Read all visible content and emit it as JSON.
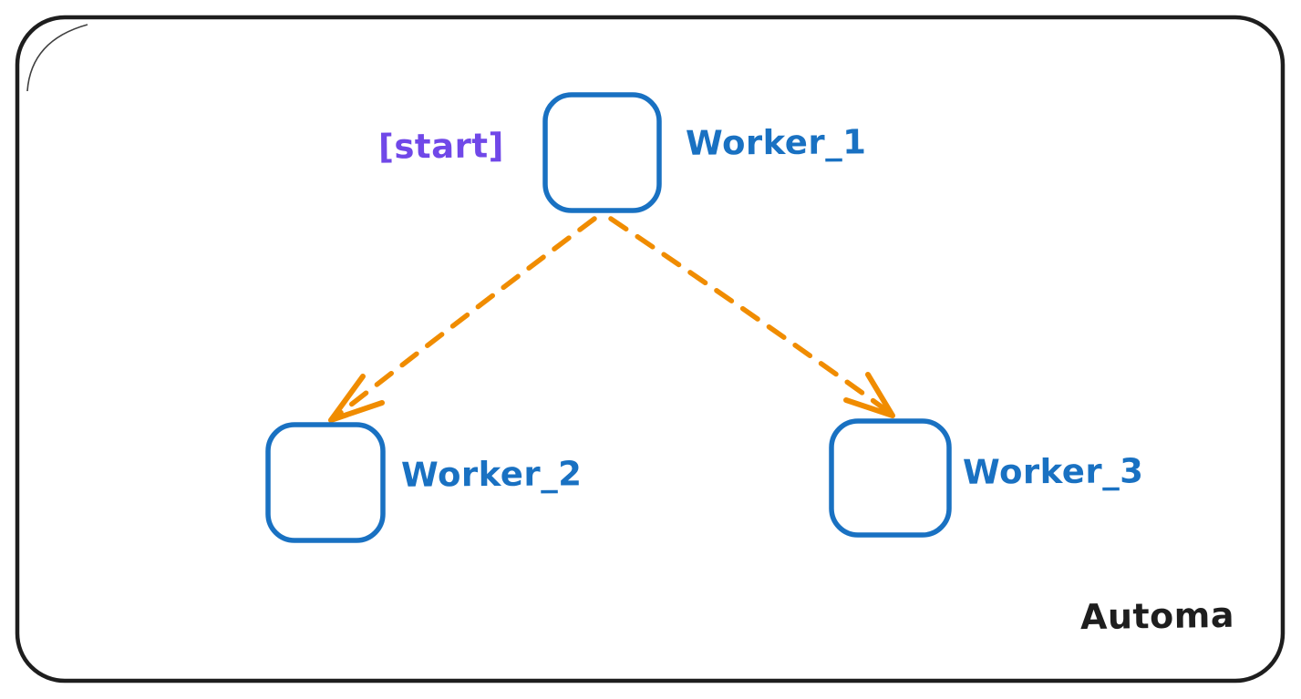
{
  "diagram": {
    "start_annotation": "[start]",
    "nodes": [
      {
        "id": "worker_1",
        "label": "Worker_1",
        "role": "start"
      },
      {
        "id": "worker_2",
        "label": "Worker_2",
        "role": "child"
      },
      {
        "id": "worker_3",
        "label": "Worker_3",
        "role": "child"
      }
    ],
    "edges": [
      {
        "from": "worker_1",
        "to": "worker_2",
        "style": "dashed-arrow"
      },
      {
        "from": "worker_1",
        "to": "worker_3",
        "style": "dashed-arrow"
      }
    ]
  },
  "watermark": {
    "label": "Automa"
  },
  "colors": {
    "background": "#ffffff",
    "frame-stroke": "#1e1e1e",
    "node-stroke": "#1971c2",
    "node-label": "#1971c2",
    "edge-stroke": "#f08c00",
    "start-label": "#7048e8",
    "watermark-color": "#1e1e1e"
  }
}
